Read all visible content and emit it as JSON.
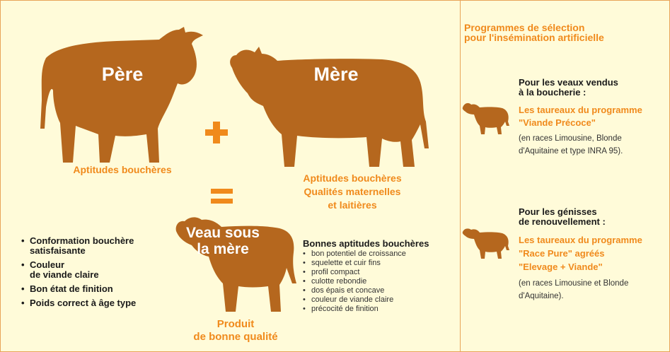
{
  "left": {
    "pere": {
      "label": "Père",
      "caption": "Aptitudes bouchères"
    },
    "mere": {
      "label": "Mère",
      "caption": [
        "Aptitudes bouchères",
        "Qualités maternelles",
        "et laitières"
      ]
    },
    "plus_icon": "plus-sign",
    "equals_icon": "equals-sign",
    "veau": {
      "label": [
        "Veau sous",
        "la mère"
      ],
      "caption": [
        "Produit",
        "de bonne qualité"
      ]
    },
    "left_bullets": [
      [
        "Conformation bouchère",
        "satisfaisante"
      ],
      [
        "Couleur",
        "de viande claire"
      ],
      [
        "Bon état de finition"
      ],
      [
        "Poids correct à âge type"
      ]
    ],
    "right_title": "Bonnes aptitudes bouchères",
    "right_bullets": [
      "bon potentiel de croissance",
      "squelette et cuir fins",
      "profil compact",
      "culotte rebondie",
      "dos épais et concave",
      "couleur de viande claire",
      "précocité de finition"
    ]
  },
  "right": {
    "title": [
      "Programmes de sélection",
      "pour l'insémination artificielle"
    ],
    "block1": {
      "heading": [
        "Pour les veaux vendus",
        "à la boucherie :"
      ],
      "program": [
        "Les taureaux du programme",
        "\"Viande Précoce\""
      ],
      "note": [
        "(en races Limousine, Blonde",
        "d'Aquitaine et type INRA 95)."
      ]
    },
    "block2": {
      "heading": [
        "Pour les génisses",
        "de renouvellement :"
      ],
      "program": [
        "Les taureaux du programme",
        "\"Race Pure\" agréés",
        "\"Elevage + Viande\""
      ],
      "note": [
        "(en races Limousine et Blonde",
        "d'Aquitaine)."
      ]
    }
  },
  "colors": {
    "silhouette": "#b5671e",
    "accent": "#f08a1c",
    "background": "#fffbd9",
    "border": "#e8a458"
  }
}
